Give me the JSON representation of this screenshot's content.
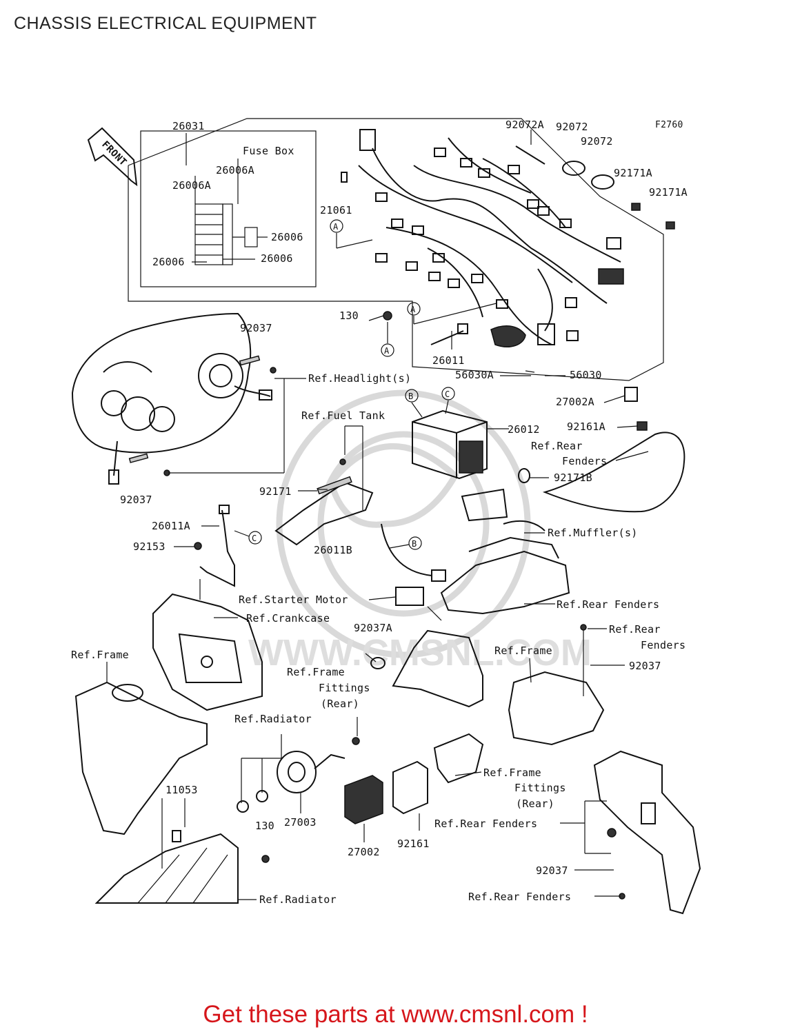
{
  "title": "CHASSIS ELECTRICAL EQUIPMENT",
  "footer": "Get these parts at www.cmsnl.com !",
  "figure_code": "F2760",
  "front_label": "FRONT",
  "watermark": "WWW.CMSNL.COM",
  "fuse_box_label": "Fuse Box",
  "callouts": {
    "a1": "A",
    "a2": "A",
    "a3": "A",
    "b1": "B",
    "b2": "B",
    "c1": "C",
    "c2": "C"
  },
  "labels": {
    "p26031": "26031",
    "p26006A_a": "26006A",
    "p26006A_b": "26006A",
    "p26006_a": "26006",
    "p26006_b": "26006",
    "p26006_c": "26006",
    "p92072A": "92072A",
    "p92072_a": "92072",
    "p92072_b": "92072",
    "p92171A_a": "92171A",
    "p92171A_b": "92171A",
    "p21061": "21061",
    "p130_a": "130",
    "p26011": "26011",
    "p56030A": "56030A",
    "p56030": "56030",
    "p92037_a": "92037",
    "p_headlight": "Ref.Headlight(s)",
    "p_fueltank": "Ref.Fuel Tank",
    "p26012": "26012",
    "p27002A": "27002A",
    "p92161A": "92161A",
    "p_rearfenders_1a": "Ref.Rear",
    "p_rearfenders_1b": "Fenders",
    "p92037_b": "92037",
    "p92171": "92171",
    "p92171B": "92171B",
    "p26011A": "26011A",
    "p_muffler": "Ref.Muffler(s)",
    "p92153": "92153",
    "p26011B": "26011B",
    "p_startermotor": "Ref.Starter Motor",
    "p_crankcase": "Ref.Crankcase",
    "p_rearfenders_2": "Ref.Rear Fenders",
    "p92037A": "92037A",
    "p_rearfenders_3a": "Ref.Rear",
    "p_rearfenders_3b": "Fenders",
    "p_frame_1": "Ref.Frame",
    "p_frame_2": "Ref.Frame",
    "p92037_c": "92037",
    "p_framefit_1a": "Ref.Frame",
    "p_framefit_1b": "Fittings",
    "p_framefit_1c": "(Rear)",
    "p_radiator_1": "Ref.Radiator",
    "p11053": "11053",
    "p_framefit_2a": "Ref.Frame",
    "p_framefit_2b": "Fittings",
    "p_framefit_2c": "(Rear)",
    "p27003": "27003",
    "p130_b": "130",
    "p_rearfenders_4": "Ref.Rear Fenders",
    "p27002": "27002",
    "p92161": "92161",
    "p92037_d": "92037",
    "p_radiator_2": "Ref.Radiator",
    "p_rearfenders_5": "Ref.Rear Fenders"
  }
}
